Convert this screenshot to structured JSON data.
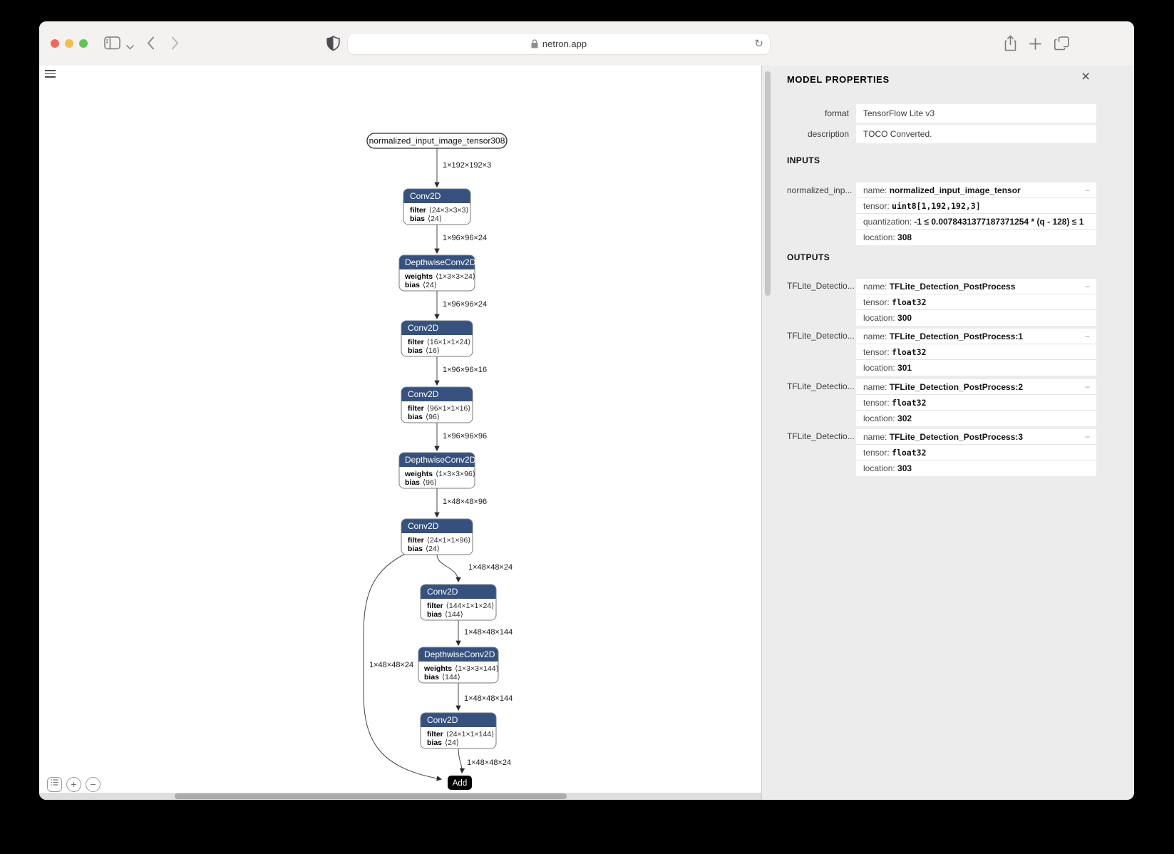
{
  "browser": {
    "url": "netron.app",
    "reload_glyph": "↻"
  },
  "graph": {
    "input_label": "normalized_input_image_tensor308",
    "add_label": "Add",
    "nodes": [
      {
        "title": "Conv2D",
        "p1k": "filter",
        "p1v": "⟨24×3×3×3⟩",
        "p2k": "bias",
        "p2v": "⟨24⟩"
      },
      {
        "title": "DepthwiseConv2D",
        "p1k": "weights",
        "p1v": "⟨1×3×3×24⟩",
        "p2k": "bias",
        "p2v": "⟨24⟩"
      },
      {
        "title": "Conv2D",
        "p1k": "filter",
        "p1v": "⟨16×1×1×24⟩",
        "p2k": "bias",
        "p2v": "⟨16⟩"
      },
      {
        "title": "Conv2D",
        "p1k": "filter",
        "p1v": "⟨96×1×1×16⟩",
        "p2k": "bias",
        "p2v": "⟨96⟩"
      },
      {
        "title": "DepthwiseConv2D",
        "p1k": "weights",
        "p1v": "⟨1×3×3×96⟩",
        "p2k": "bias",
        "p2v": "⟨96⟩"
      },
      {
        "title": "Conv2D",
        "p1k": "filter",
        "p1v": "⟨24×1×1×96⟩",
        "p2k": "bias",
        "p2v": "⟨24⟩"
      },
      {
        "title": "Conv2D",
        "p1k": "filter",
        "p1v": "⟨144×1×1×24⟩",
        "p2k": "bias",
        "p2v": "⟨144⟩"
      },
      {
        "title": "DepthwiseConv2D",
        "p1k": "weights",
        "p1v": "⟨1×3×3×144⟩",
        "p2k": "bias",
        "p2v": "⟨144⟩"
      },
      {
        "title": "Conv2D",
        "p1k": "filter",
        "p1v": "⟨24×1×1×144⟩",
        "p2k": "bias",
        "p2v": "⟨24⟩"
      }
    ],
    "edge_labels": [
      "1×192×192×3",
      "1×96×96×24",
      "1×96×96×24",
      "1×96×96×16",
      "1×96×96×96",
      "1×48×48×96",
      "1×48×48×24",
      "1×48×48×144",
      "1×48×48×144",
      "1×48×48×24",
      "1×48×48×24"
    ]
  },
  "controls": {
    "zoom_in_glyph": "+",
    "zoom_out_glyph": "−"
  },
  "panel": {
    "title": "MODEL PROPERTIES",
    "close_glyph": "×",
    "collapse_glyph": "−",
    "fields": [
      {
        "label": "format",
        "value": "TensorFlow Lite v3"
      },
      {
        "label": "description",
        "value": "TOCO Converted."
      }
    ],
    "inputs_header": "INPUTS",
    "outputs_header": "OUTPUTS",
    "input": {
      "side_label": "normalized_inp...",
      "name_key": "name: ",
      "name": "normalized_input_image_tensor",
      "tensor_key": "tensor: ",
      "tensor": "uint8[1,192,192,3]",
      "quant_key": "quantization: ",
      "quant": "-1 ≤ 0.0078431377187371254 * (q - 128) ≤ 1",
      "loc_key": "location: ",
      "loc": "308"
    },
    "outputs": [
      {
        "side_label": "TFLite_Detectio...",
        "name_key": "name: ",
        "name": "TFLite_Detection_PostProcess",
        "tensor_key": "tensor: ",
        "tensor": "float32",
        "loc_key": "location: ",
        "loc": "300"
      },
      {
        "side_label": "TFLite_Detectio...",
        "name_key": "name: ",
        "name": "TFLite_Detection_PostProcess:1",
        "tensor_key": "tensor: ",
        "tensor": "float32",
        "loc_key": "location: ",
        "loc": "301"
      },
      {
        "side_label": "TFLite_Detectio...",
        "name_key": "name: ",
        "name": "TFLite_Detection_PostProcess:2",
        "tensor_key": "tensor: ",
        "tensor": "float32",
        "loc_key": "location: ",
        "loc": "302"
      },
      {
        "side_label": "TFLite_Detectio...",
        "name_key": "name: ",
        "name": "TFLite_Detection_PostProcess:3",
        "tensor_key": "tensor: ",
        "tensor": "float32",
        "loc_key": "location: ",
        "loc": "303"
      }
    ]
  }
}
